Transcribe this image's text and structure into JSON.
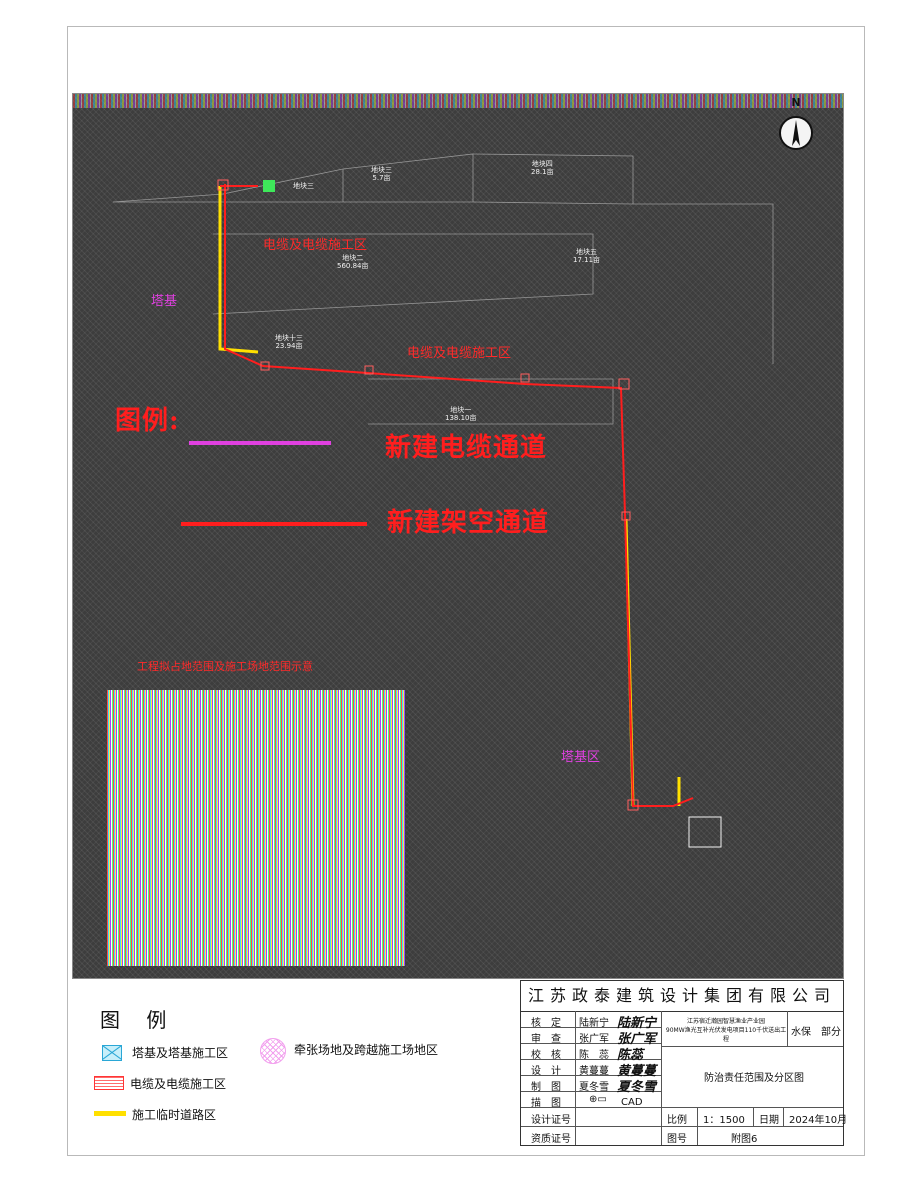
{
  "diagram": {
    "legend_map_title": "图例:",
    "legend_map_items": [
      {
        "label": "新建电缆通道",
        "color": "#e040e0"
      },
      {
        "label": "新建架空通道",
        "color": "#ff1e1e"
      }
    ],
    "map_labels_red": [
      "电缆及电缆施工区",
      "电缆及电缆施工区"
    ],
    "map_labels_magenta": [
      "塔基",
      "塔基区"
    ],
    "note_red": "工程拟占地范围及施工场地范围示意",
    "compass_label": "N",
    "plot_labels": [
      {
        "name": "地块三",
        "area": "5.7亩"
      },
      {
        "name": "地块四",
        "area": "28.1亩"
      },
      {
        "name": "地块二",
        "area": "560.84亩"
      },
      {
        "name": "地块五",
        "area": "17.11亩"
      },
      {
        "name": "地块十三",
        "area": "23.94亩"
      },
      {
        "name": "地块一",
        "area": "138.10亩"
      }
    ],
    "colors": {
      "overhead": "#ff1e1e",
      "cable": "#e040e0",
      "road": "#ffe000"
    }
  },
  "legend": {
    "title": "图 例",
    "items": [
      {
        "icon": "tower-base-icon",
        "label": "塔基及塔基施工区"
      },
      {
        "icon": "cable-zone-icon",
        "label": "电缆及电缆施工区"
      },
      {
        "icon": "road-icon",
        "label": "施工临时道路区"
      },
      {
        "icon": "pull-site-icon",
        "label": "牵张场地及跨越施工场地区"
      }
    ]
  },
  "title_block": {
    "company": "江苏政泰建筑设计集团有限公司",
    "roles": [
      {
        "role": "核　定",
        "name": "陆新宁",
        "sign": "陆新宁"
      },
      {
        "role": "审　查",
        "name": "张广军",
        "sign": "张广军"
      },
      {
        "role": "校　核",
        "name": "陈　蕊",
        "sign": "陈蕊"
      },
      {
        "role": "设　计",
        "name": "黄蔓蔓",
        "sign": "黄蔓蔓"
      },
      {
        "role": "制　图",
        "name": "夏冬雪",
        "sign": "夏冬雪"
      },
      {
        "role": "描　图",
        "name": "",
        "sign": ""
      }
    ],
    "cad": "CAD",
    "project_line1": "江苏宿迁瀚园智慧渔业产业园",
    "project_line2": "90MW渔光互补光伏发电项目110千伏送出工程",
    "section": "水保　部分",
    "drawing_name": "防治责任范围及分区图",
    "design_cert_label": "设计证号",
    "quality_cert_label": "资质证号",
    "scale_label": "比例",
    "scale_value": "1：1500",
    "date_label": "日期",
    "date_value": "2024年10月",
    "fig_label": "图号",
    "fig_value": "附图6"
  }
}
